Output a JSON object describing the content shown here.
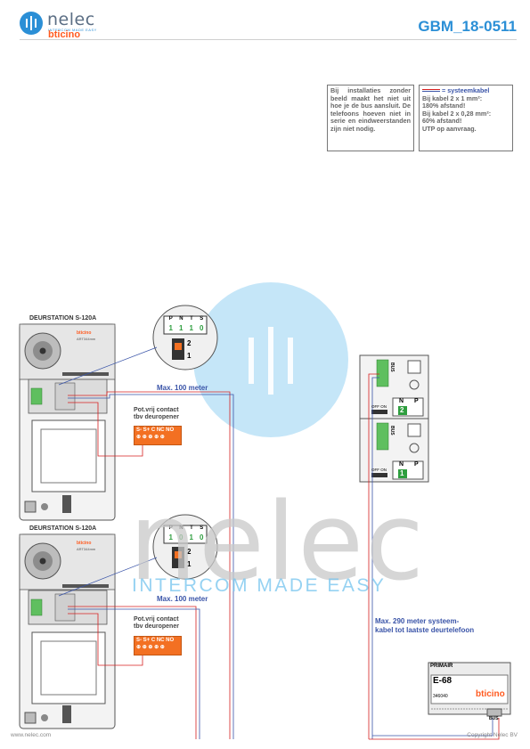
{
  "header": {
    "brand_name": "nelec",
    "brand_tagline": "INTERCOM MADE EASY",
    "brand_partner": "bticino",
    "doc_number": "GBM_18-0511"
  },
  "notes": {
    "installation": "Bij installaties zonder beeld maakt het niet uit hoe je de bus aansluit. De telefoons hoeven niet in serie en eindweerstanden zijn niet nodig.",
    "cable_title": "= systeemkabel",
    "cable_lines": [
      "Bij kabel 2 x 1 mm²:",
      "180% afstand!",
      "Bij kabel 2 x 0,28 mm²:",
      "60% afstand!",
      "UTP op aanvraag."
    ]
  },
  "stations": [
    {
      "label": "DEURSTATION S-120A",
      "distance": "Max. 100 meter",
      "contact_line1": "Pot.vrij contact",
      "contact_line2": "tbv deuropener",
      "terminals": "S-  S+ C  NC NO",
      "brand": "bticino",
      "model": "ART344mm",
      "config": {
        "headers": [
          "P",
          "N",
          "T",
          "S"
        ],
        "values": [
          "1",
          "1",
          "1",
          "0"
        ],
        "dip_top": "2",
        "dip_bottom": "1"
      }
    },
    {
      "label": "DEURSTATION S-120A",
      "distance": "Max. 100 meter",
      "contact_line1": "Pot.vrij contact",
      "contact_line2": "tbv deuropener",
      "terminals": "S-  S+ C  NC NO",
      "brand": "bticino",
      "model": "ART344mm",
      "config": {
        "headers": [
          "P",
          "N",
          "T",
          "S"
        ],
        "values": [
          "1",
          "0",
          "1",
          "0"
        ],
        "dip_top": "2",
        "dip_bottom": "1"
      }
    }
  ],
  "phones": [
    {
      "bus_label": "BUS",
      "switch_label": "OFF ON",
      "n_label": "N",
      "p_label": "P",
      "n_value": "2"
    },
    {
      "bus_label": "BUS",
      "switch_label": "OFF ON",
      "n_label": "N",
      "p_label": "P",
      "n_value": "1"
    }
  ],
  "max_cable": "Max. 290 meter systeem-\nkabel tot laatste deurtelefoon",
  "psu": {
    "primary_label": "PRIMAIR",
    "model": "E-68",
    "part": "346040",
    "brand": "bticino",
    "bus_label": "BUS"
  },
  "watermark": {
    "word": "nelec",
    "tagline": "INTERCOM MADE EASY"
  },
  "footer": {
    "website": "www.nelec.com",
    "copyright": "Copyright Nelec BV"
  },
  "colors": {
    "accent": "#2b8fd6",
    "brand_orange": "#ff5a1f",
    "terminal_orange": "#f37022",
    "config_green": "#2e9e3e",
    "wire_red": "#d62020",
    "wire_blue": "#3a54a8"
  }
}
